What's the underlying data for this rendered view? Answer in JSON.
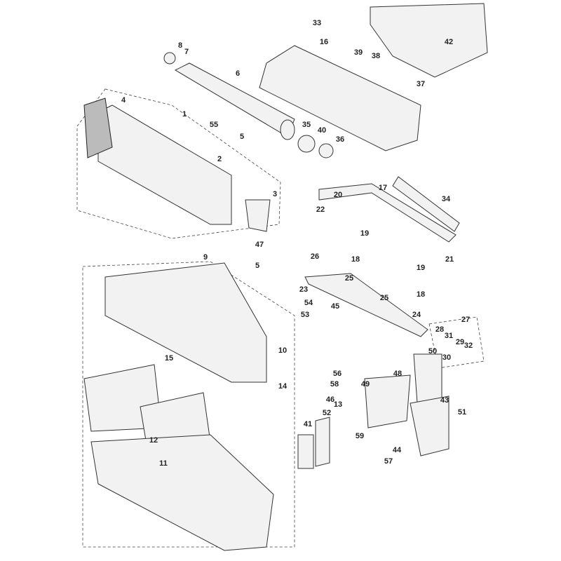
{
  "diagram": {
    "title_visible": false,
    "part_labels": [
      "33",
      "42",
      "16",
      "8",
      "7",
      "39",
      "38",
      "6",
      "37",
      "4",
      "1",
      "55",
      "5",
      "35",
      "40",
      "36",
      "2",
      "3",
      "17",
      "34",
      "20",
      "22",
      "19",
      "47",
      "5",
      "9",
      "26",
      "18",
      "19",
      "21",
      "25",
      "23",
      "18",
      "25",
      "54",
      "45",
      "24",
      "53",
      "27",
      "28",
      "31",
      "29",
      "32",
      "30",
      "10",
      "50",
      "15",
      "14",
      "56",
      "48",
      "58",
      "49",
      "43",
      "46",
      "13",
      "52",
      "51",
      "41",
      "59",
      "12",
      "11",
      "44",
      "57"
    ]
  }
}
